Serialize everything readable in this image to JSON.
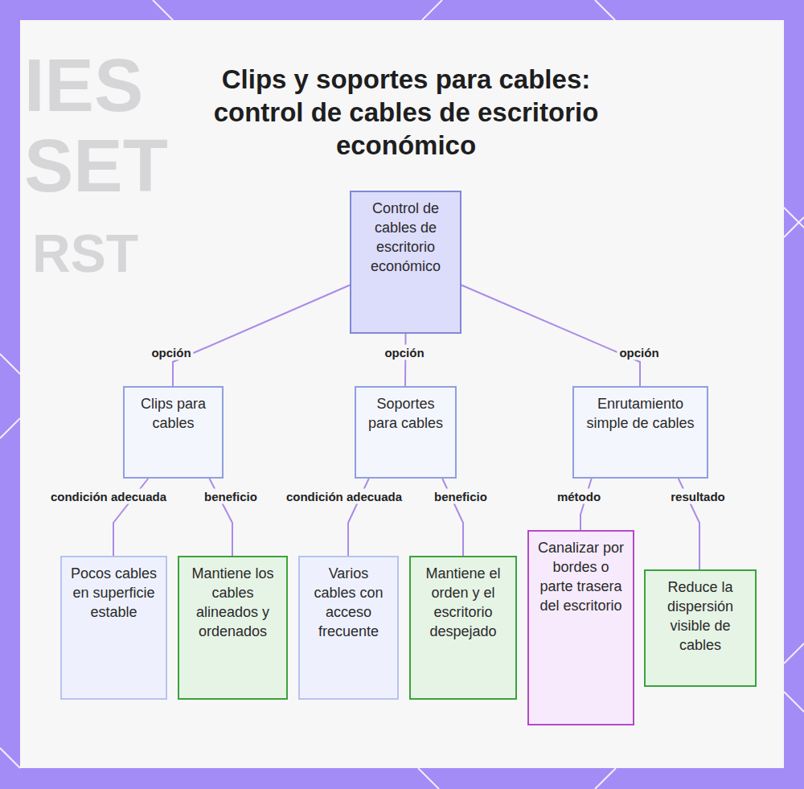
{
  "diagram": {
    "title": "Clips y soportes para cables: control de cables de escritorio económico",
    "nodes": [
      {
        "text": [
          "Control de cables de escritorio económico"
        ]
      },
      {
        "text": [
          "Clips para cables"
        ]
      },
      {
        "text": [
          "Soportes para cables"
        ]
      },
      {
        "text": [
          "Enrutamiento simple de cables"
        ]
      },
      {
        "text": [
          "Pocos cables en superficie estable"
        ]
      },
      {
        "text": [
          "Mantiene los cables alineados y ordenados"
        ]
      },
      {
        "text": [
          "Varios cables con acceso frecuente"
        ]
      },
      {
        "text": [
          "Mantiene el orden y el escritorio despejado"
        ]
      },
      {
        "text": [
          "Canalizar por bordes o parte trasera del escritorio"
        ]
      },
      {
        "text": [
          "Reduce la dispersión visible de cables"
        ]
      }
    ],
    "edges": [
      {
        "from": 0,
        "to": 1,
        "label": "opción",
        "arrow": "none"
      },
      {
        "from": 0,
        "to": 2,
        "label": "opción",
        "arrow": "none"
      },
      {
        "from": 0,
        "to": 3,
        "label": "opción",
        "arrow": "none"
      },
      {
        "from": 1,
        "to": 4,
        "label": "condición adecuada",
        "arrow": "none"
      },
      {
        "from": 1,
        "to": 5,
        "label": "beneficio",
        "arrow": "none"
      },
      {
        "from": 2,
        "to": 6,
        "label": "condición adecuada",
        "arrow": "none"
      },
      {
        "from": 2,
        "to": 7,
        "label": "beneficio",
        "arrow": "none"
      },
      {
        "from": 3,
        "to": 8,
        "label": "método",
        "arrow": "none"
      },
      {
        "from": 3,
        "to": 9,
        "label": "resultado",
        "arrow": "none"
      }
    ],
    "labels": [
      "IES",
      "SET",
      "RST"
    ]
  }
}
